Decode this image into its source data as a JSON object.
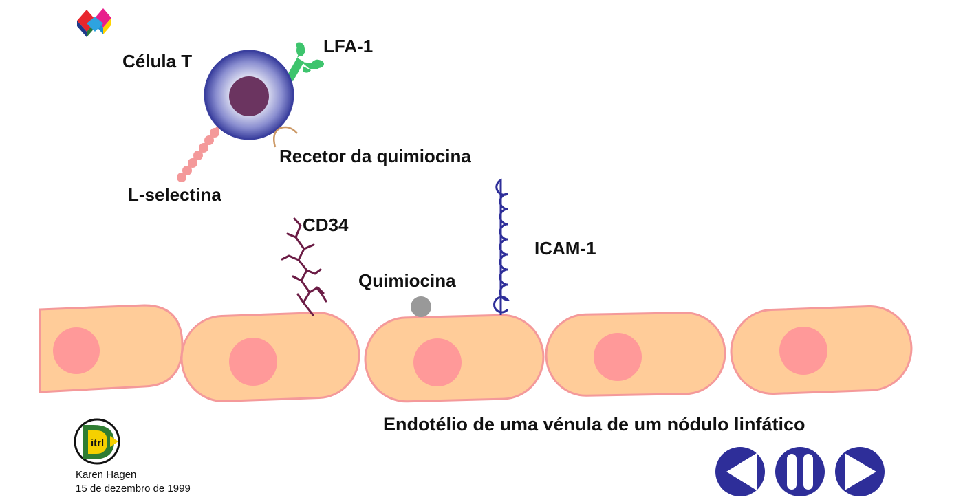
{
  "labels": {
    "t_cell": "Célula T",
    "lfa1": "LFA-1",
    "chemokine_receptor": "Recetor da quimiocina",
    "l_selectin": "L-selectina",
    "cd34": "CD34",
    "icam1": "ICAM-1",
    "chemokine": "Quimiocina",
    "caption": "Endotélio de uma vénula de um nódulo linfático"
  },
  "credits": {
    "author": "Karen Hagen",
    "date": "15 de dezembro de 1999",
    "logo_text": "itrl"
  },
  "controls": [
    "previous",
    "pause",
    "next"
  ],
  "icons": [
    "logo-cubes-icon",
    "ditrl-logo-icon",
    "previous-icon",
    "pause-icon",
    "next-icon"
  ],
  "colors": {
    "t_cell_outer": "#3a3f9e",
    "t_cell_nucleus": "#6b3460",
    "lfa1": "#3ec46d",
    "l_selectin": "#f4999a",
    "chemokine_receptor": "#cc9966",
    "cd34": "#6b1c45",
    "icam1": "#2e2e99",
    "chemokine": "#999999",
    "endothelial_cell": "#ffcc99",
    "endothelial_border": "#f4999a",
    "endothelial_nucleus": "#ff9999",
    "nav_button": "#2e2e99"
  }
}
